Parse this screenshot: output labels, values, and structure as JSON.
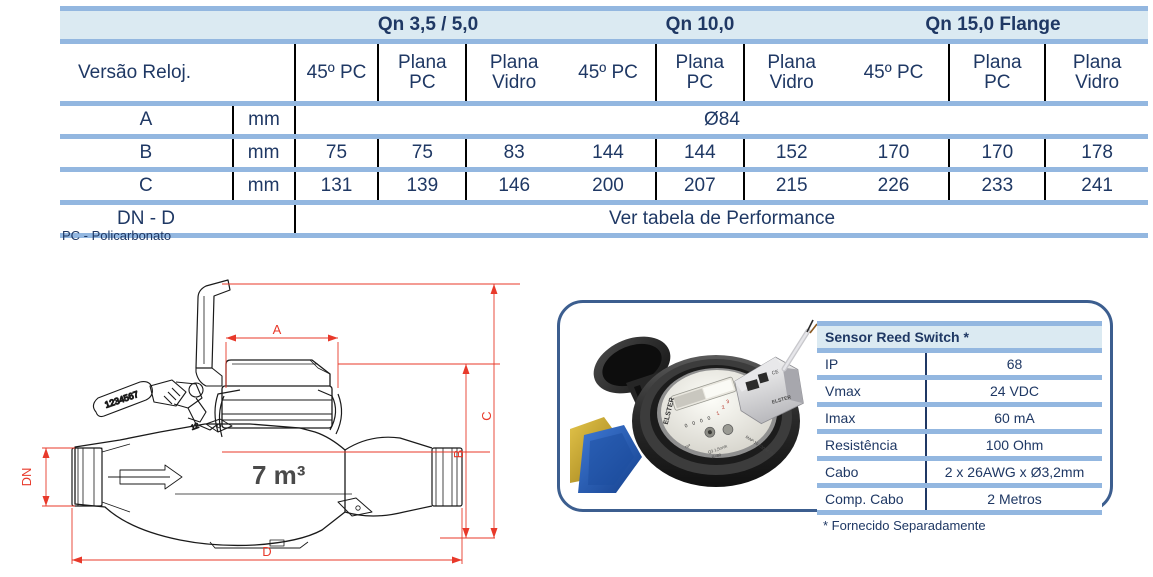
{
  "dimension_table": {
    "groups": [
      {
        "label": "Qn 3,5 / 5,0"
      },
      {
        "label": "Qn 10,0"
      },
      {
        "label": "Qn 15,0 Flange"
      }
    ],
    "version_header": "Versão Reloj.",
    "column_headers": [
      "45º PC",
      "Plana PC",
      "Plana Vidro",
      "45º PC",
      "Plana PC",
      "Plana Vidro",
      "45º PC",
      "Plana PC",
      "Plana Vidro"
    ],
    "column_headers_split": [
      {
        "l1": "45º PC",
        "l2": ""
      },
      {
        "l1": "Plana",
        "l2": "PC"
      },
      {
        "l1": "Plana",
        "l2": "Vidro"
      },
      {
        "l1": "45º PC",
        "l2": ""
      },
      {
        "l1": "Plana",
        "l2": "PC"
      },
      {
        "l1": "Plana",
        "l2": "Vidro"
      },
      {
        "l1": "45º PC",
        "l2": ""
      },
      {
        "l1": "Plana",
        "l2": "PC"
      },
      {
        "l1": "Plana",
        "l2": "Vidro"
      }
    ],
    "rows": [
      {
        "label": "A",
        "unit": "mm",
        "merged": true,
        "merged_value": "Ø84",
        "values": []
      },
      {
        "label": "B",
        "unit": "mm",
        "merged": false,
        "values": [
          "75",
          "75",
          "83",
          "144",
          "144",
          "152",
          "170",
          "170",
          "178"
        ]
      },
      {
        "label": "C",
        "unit": "mm",
        "merged": false,
        "values": [
          "131",
          "139",
          "146",
          "200",
          "207",
          "215",
          "226",
          "233",
          "241"
        ]
      },
      {
        "label": "DN - D",
        "unit": "",
        "merged": true,
        "merged_value": "Ver tabela de Performance",
        "values": []
      }
    ],
    "footnote": "PC - Policarbonato"
  },
  "drawing": {
    "dimension_labels": {
      "a": "A",
      "b": "B",
      "c": "C",
      "d": "D",
      "dn": "DN"
    },
    "body_marking": "7 m³",
    "seal_number": "1234567"
  },
  "sensor_panel": {
    "table": {
      "title": "Sensor Reed Switch *",
      "rows": [
        {
          "key": "IP",
          "value": "68"
        },
        {
          "key": "Vmax",
          "value": "24 VDC"
        },
        {
          "key": "Imax",
          "value": "60 mA"
        },
        {
          "key": "Resistência",
          "value": "100 Ohm"
        },
        {
          "key": "Cabo",
          "value": "2 x 26AWG x Ø3,2mm"
        },
        {
          "key": "Comp. Cabo",
          "value": "2 Metros"
        }
      ],
      "note": "* Fornecido Separadamente"
    },
    "photo_alt": "water-meter-with-reed-switch"
  },
  "colors": {
    "header_band": "#dbeaf2",
    "separator": "#93b7e0",
    "text": "#1f3864",
    "panel_border": "#3c5e8f",
    "dimension_red": "#e8392a"
  }
}
